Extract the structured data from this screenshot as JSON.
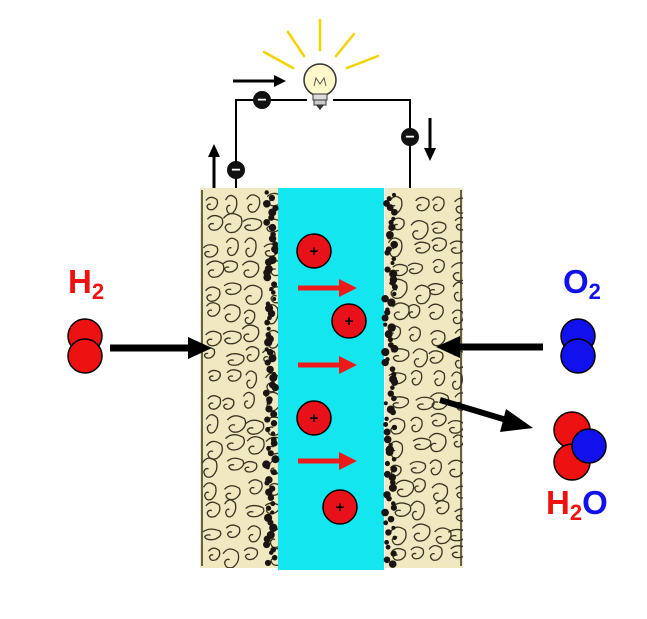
{
  "labels": {
    "hydrogen": {
      "main": "H",
      "sub": "2"
    },
    "oxygen": {
      "main": "O",
      "sub": "2"
    },
    "water": {
      "main1": "H",
      "sub": "2",
      "main2": "O"
    }
  },
  "ion_symbol": "+",
  "electron_symbol": "−",
  "colors": {
    "hydrogen": "#ee1111",
    "oxygen": "#1111ee",
    "membrane": "#14e6f0",
    "electrode_fill": "#efe8c0",
    "electrode_stroke": "#3a3320",
    "catalyst": "#1a1412",
    "ion": "#e8111a",
    "ion_flow_arrow": "#ee1a1a",
    "gas_arrow": "#000000",
    "wire": "#000000",
    "bulb_rays": "#f2d200",
    "bulb_glass": "#fff8c8"
  },
  "icons": {
    "bulb": "light-bulb-icon",
    "electron": "electron-icon",
    "proton": "proton-icon"
  }
}
